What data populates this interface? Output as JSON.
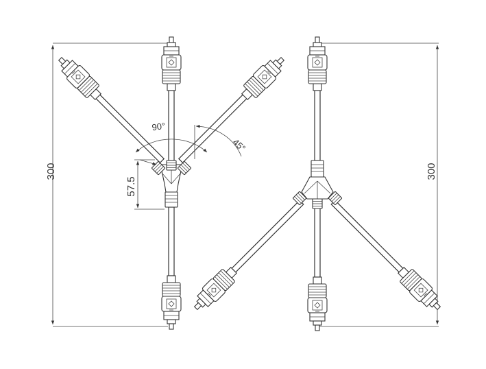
{
  "dimensions": {
    "overall_height_left": "300",
    "junction_offset": "57.5",
    "angle_between_branches": "90°",
    "branch_angle": "45°",
    "overall_height_right": "300"
  }
}
